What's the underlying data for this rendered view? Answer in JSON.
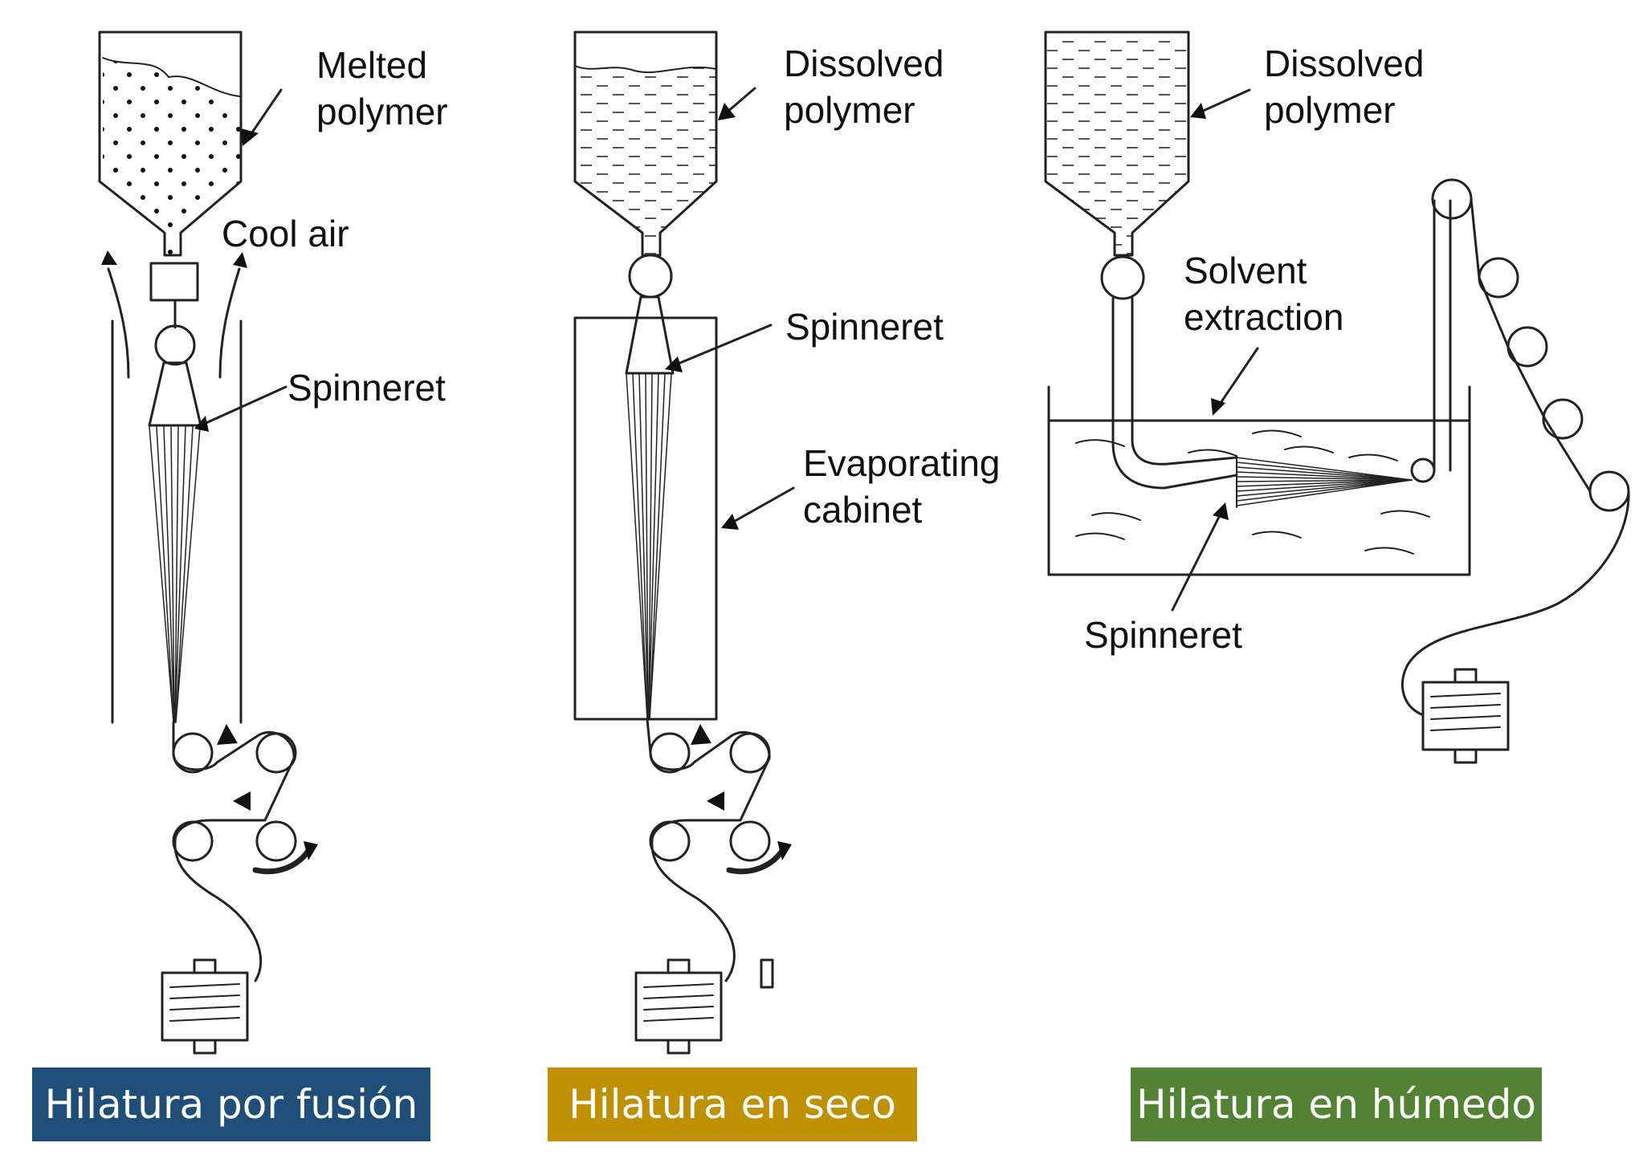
{
  "labels": {
    "melt": {
      "polymer": [
        "Melted",
        "polymer"
      ],
      "cool_air": "Cool air",
      "spinneret": "Spinneret"
    },
    "dry": {
      "polymer": [
        "Dissolved",
        "polymer"
      ],
      "spinneret": "Spinneret",
      "cabinet": [
        "Evaporating",
        "cabinet"
      ]
    },
    "wet": {
      "polymer": [
        "Dissolved",
        "polymer"
      ],
      "solvent": [
        "Solvent",
        "extraction"
      ],
      "spinneret": "Spinneret"
    }
  },
  "captions": [
    {
      "text": "Hilatura por fusión",
      "color": "#1f4e79"
    },
    {
      "text": "Hilatura en seco",
      "color": "#bf9000"
    },
    {
      "text": "Hilatura en húmedo",
      "color": "#548235"
    }
  ]
}
